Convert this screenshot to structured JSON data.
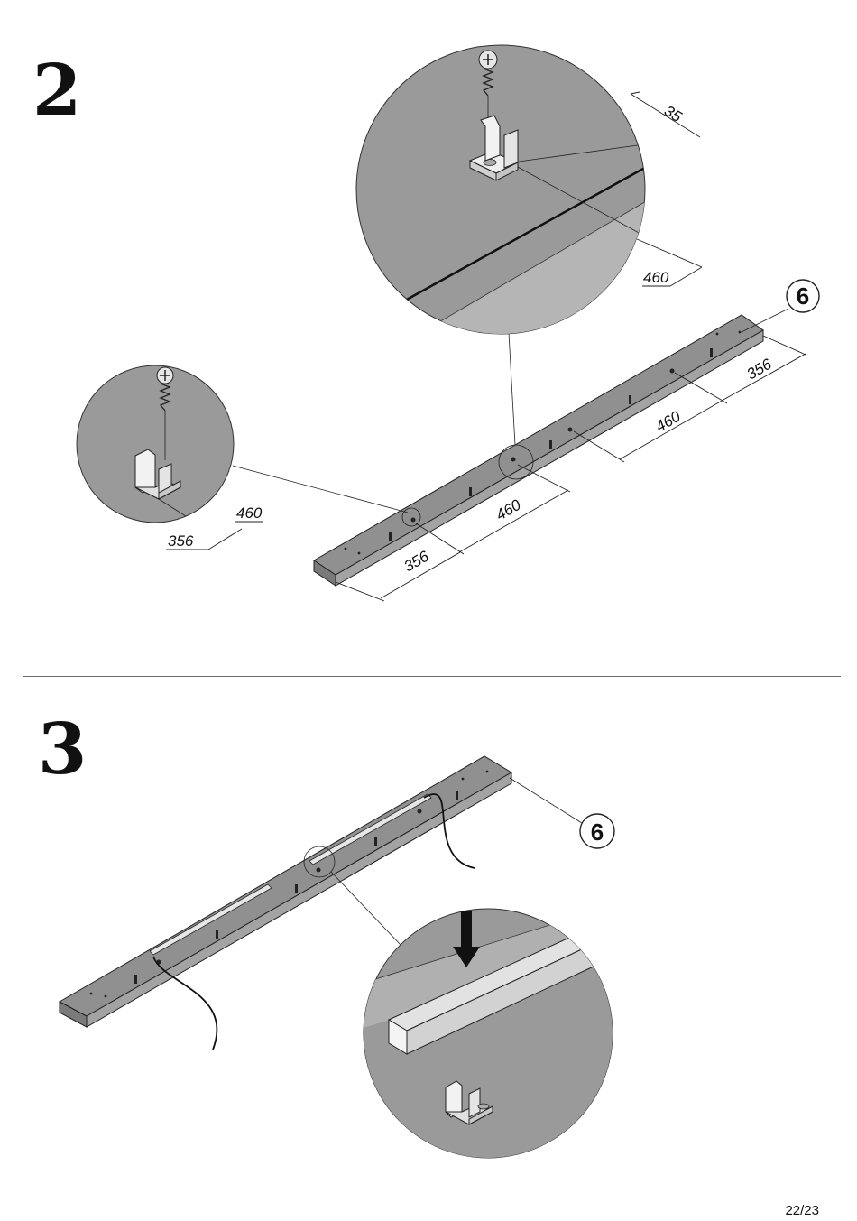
{
  "page": {
    "number": "22/23"
  },
  "steps": [
    {
      "number": "2",
      "part_callout": "6",
      "rail_dimensions": [
        "356",
        "460",
        "460",
        "356"
      ],
      "detail_top_dimensions": [
        "35",
        "460"
      ],
      "detail_left_dimensions": [
        "460",
        "356"
      ]
    },
    {
      "number": "3",
      "part_callout": "6"
    }
  ]
}
